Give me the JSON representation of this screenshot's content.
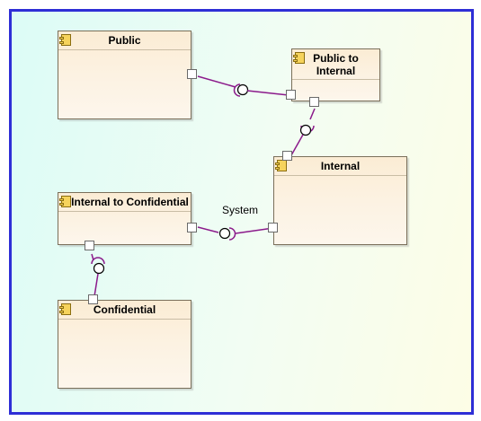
{
  "diagram": {
    "components": {
      "public": "Public",
      "public_to_internal": "Public to\nInternal",
      "internal": "Internal",
      "internal_to_confidential": "Internal to Confidential",
      "confidential": "Confidential"
    },
    "interface_label": "System"
  },
  "colors": {
    "frame_border": "#2e2ed6",
    "connector": "#8b1a8b",
    "component_fill": "#fbecd4",
    "component_icon": "#f6d35c"
  }
}
